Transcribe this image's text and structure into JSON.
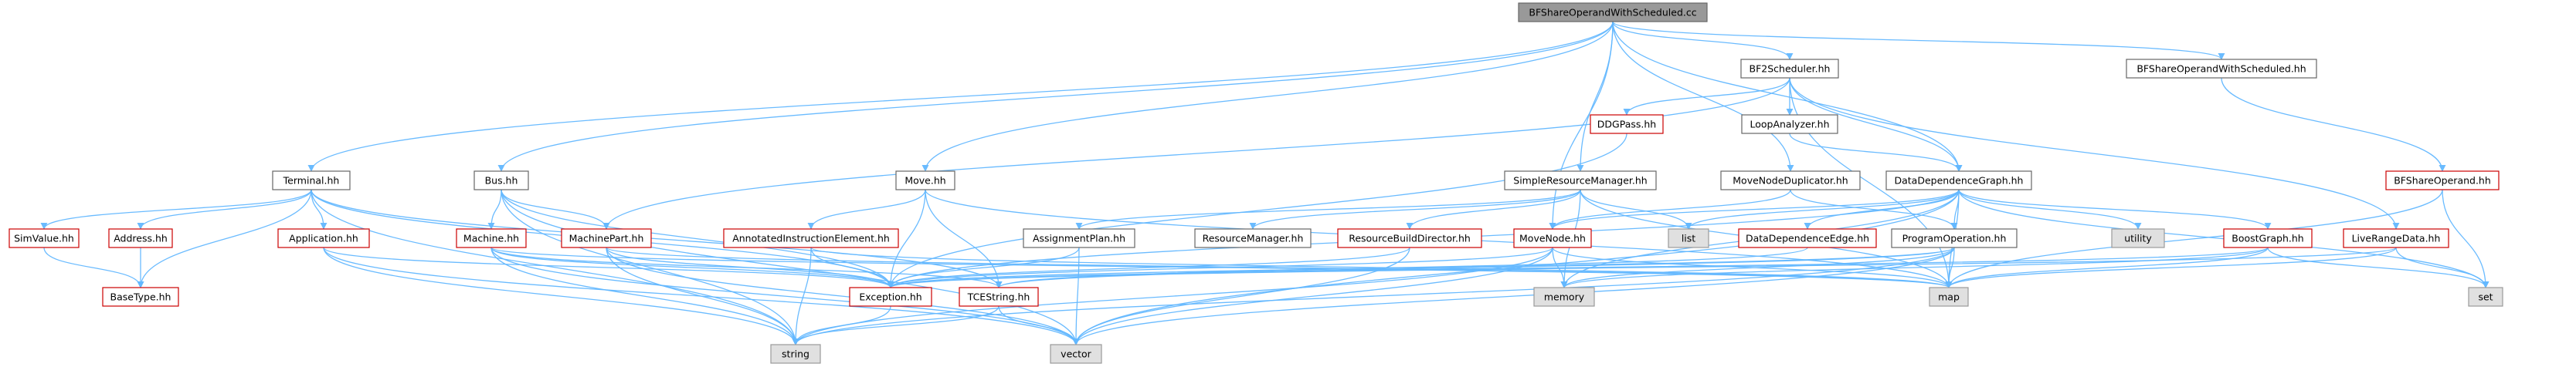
{
  "colors": {
    "edge": "#63b8ff",
    "normal_border": "#666666",
    "normal_fill": "#ffffff",
    "missing_border": "#cc0000",
    "missing_fill": "#ffffff",
    "root_fill": "#999999",
    "root_border": "#666666",
    "external_fill": "#e0e0e0",
    "external_border": "#999999"
  },
  "graph": {
    "nodes": [
      {
        "id": "root",
        "label": "BFShareOperandWithScheduled.cc",
        "kind": "root"
      },
      {
        "id": "terminal",
        "label": "Terminal.hh",
        "kind": "normal"
      },
      {
        "id": "bus",
        "label": "Bus.hh",
        "kind": "normal"
      },
      {
        "id": "move",
        "label": "Move.hh",
        "kind": "normal"
      },
      {
        "id": "bf2sched",
        "label": "BF2Scheduler.hh",
        "kind": "normal"
      },
      {
        "id": "bfsowsh",
        "label": "BFShareOperandWithScheduled.hh",
        "kind": "normal"
      },
      {
        "id": "ddgpass",
        "label": "DDGPass.hh",
        "kind": "missing"
      },
      {
        "id": "loopanalyzer",
        "label": "LoopAnalyzer.hh",
        "kind": "normal"
      },
      {
        "id": "bfshareoperand",
        "label": "BFShareOperand.hh",
        "kind": "missing"
      },
      {
        "id": "srm",
        "label": "SimpleResourceManager.hh",
        "kind": "normal"
      },
      {
        "id": "mnd",
        "label": "MoveNodeDuplicator.hh",
        "kind": "normal"
      },
      {
        "id": "ddg",
        "label": "DataDependenceGraph.hh",
        "kind": "normal"
      },
      {
        "id": "simvalue",
        "label": "SimValue.hh",
        "kind": "missing"
      },
      {
        "id": "address",
        "label": "Address.hh",
        "kind": "missing"
      },
      {
        "id": "application",
        "label": "Application.hh",
        "kind": "missing"
      },
      {
        "id": "machine",
        "label": "Machine.hh",
        "kind": "missing"
      },
      {
        "id": "machinepart",
        "label": "MachinePart.hh",
        "kind": "missing"
      },
      {
        "id": "aie",
        "label": "AnnotatedInstructionElement.hh",
        "kind": "missing"
      },
      {
        "id": "assignmentplan",
        "label": "AssignmentPlan.hh",
        "kind": "normal"
      },
      {
        "id": "resourcemanager",
        "label": "ResourceManager.hh",
        "kind": "normal"
      },
      {
        "id": "rbd",
        "label": "ResourceBuildDirector.hh",
        "kind": "missing"
      },
      {
        "id": "movenode",
        "label": "MoveNode.hh",
        "kind": "missing"
      },
      {
        "id": "list",
        "label": "list",
        "kind": "external"
      },
      {
        "id": "dde",
        "label": "DataDependenceEdge.hh",
        "kind": "missing"
      },
      {
        "id": "progop",
        "label": "ProgramOperation.hh",
        "kind": "normal"
      },
      {
        "id": "utility",
        "label": "utility",
        "kind": "external"
      },
      {
        "id": "boostgraph",
        "label": "BoostGraph.hh",
        "kind": "missing"
      },
      {
        "id": "liverange",
        "label": "LiveRangeData.hh",
        "kind": "missing"
      },
      {
        "id": "basetype",
        "label": "BaseType.hh",
        "kind": "missing"
      },
      {
        "id": "exception",
        "label": "Exception.hh",
        "kind": "missing"
      },
      {
        "id": "tcestring",
        "label": "TCEString.hh",
        "kind": "missing"
      },
      {
        "id": "memory",
        "label": "memory",
        "kind": "external"
      },
      {
        "id": "map",
        "label": "map",
        "kind": "external"
      },
      {
        "id": "set",
        "label": "set",
        "kind": "external"
      },
      {
        "id": "string",
        "label": "string",
        "kind": "external"
      },
      {
        "id": "vector",
        "label": "vector",
        "kind": "external"
      }
    ],
    "edges": [
      [
        "root",
        "terminal"
      ],
      [
        "root",
        "bus"
      ],
      [
        "root",
        "move"
      ],
      [
        "root",
        "bf2sched"
      ],
      [
        "root",
        "bfsowsh"
      ],
      [
        "root",
        "srm"
      ],
      [
        "root",
        "mnd"
      ],
      [
        "root",
        "ddg"
      ],
      [
        "root",
        "movenode"
      ],
      [
        "bfsowsh",
        "bfshareoperand"
      ],
      [
        "bfshareoperand",
        "set"
      ],
      [
        "bfshareoperand",
        "map"
      ],
      [
        "bf2sched",
        "ddgpass"
      ],
      [
        "bf2sched",
        "loopanalyzer"
      ],
      [
        "bf2sched",
        "ddg"
      ],
      [
        "bf2sched",
        "machinepart"
      ],
      [
        "bf2sched",
        "liverange"
      ],
      [
        "bf2sched",
        "map"
      ],
      [
        "loopanalyzer",
        "ddg"
      ],
      [
        "ddgpass",
        "exception"
      ],
      [
        "terminal",
        "simvalue"
      ],
      [
        "terminal",
        "address"
      ],
      [
        "terminal",
        "application"
      ],
      [
        "terminal",
        "basetype"
      ],
      [
        "terminal",
        "exception"
      ],
      [
        "terminal",
        "tcestring"
      ],
      [
        "terminal",
        "string"
      ],
      [
        "simvalue",
        "basetype"
      ],
      [
        "address",
        "basetype"
      ],
      [
        "bus",
        "machine"
      ],
      [
        "bus",
        "machinepart"
      ],
      [
        "bus",
        "exception"
      ],
      [
        "bus",
        "string"
      ],
      [
        "bus",
        "vector"
      ],
      [
        "move",
        "aie"
      ],
      [
        "move",
        "exception"
      ],
      [
        "move",
        "map"
      ],
      [
        "move",
        "tcestring"
      ],
      [
        "srm",
        "assignmentplan"
      ],
      [
        "srm",
        "resourcemanager"
      ],
      [
        "srm",
        "rbd"
      ],
      [
        "srm",
        "memory"
      ],
      [
        "srm",
        "list"
      ],
      [
        "srm",
        "map"
      ],
      [
        "mnd",
        "movenode"
      ],
      [
        "mnd",
        "progop"
      ],
      [
        "ddg",
        "dde"
      ],
      [
        "ddg",
        "progop"
      ],
      [
        "ddg",
        "utility"
      ],
      [
        "ddg",
        "boostgraph"
      ],
      [
        "ddg",
        "map"
      ],
      [
        "ddg",
        "set"
      ],
      [
        "ddg",
        "list"
      ],
      [
        "ddg",
        "movenode"
      ],
      [
        "ddg",
        "memory"
      ],
      [
        "ddg",
        "vector"
      ],
      [
        "ddg",
        "exception"
      ],
      [
        "application",
        "exception"
      ],
      [
        "application",
        "string"
      ],
      [
        "application",
        "vector"
      ],
      [
        "machine",
        "exception"
      ],
      [
        "machine",
        "tcestring"
      ],
      [
        "machine",
        "string"
      ],
      [
        "machine",
        "vector"
      ],
      [
        "machine",
        "map"
      ],
      [
        "machinepart",
        "exception"
      ],
      [
        "machinepart",
        "string"
      ],
      [
        "machinepart",
        "vector"
      ],
      [
        "machinepart",
        "map"
      ],
      [
        "aie",
        "exception"
      ],
      [
        "aie",
        "string"
      ],
      [
        "aie",
        "map"
      ],
      [
        "assignmentplan",
        "exception"
      ],
      [
        "assignmentplan",
        "vector"
      ],
      [
        "rbd",
        "exception"
      ],
      [
        "rbd",
        "vector"
      ],
      [
        "movenode",
        "exception"
      ],
      [
        "movenode",
        "memory"
      ],
      [
        "movenode",
        "vector"
      ],
      [
        "movenode",
        "string"
      ],
      [
        "movenode",
        "map"
      ],
      [
        "progop",
        "exception"
      ],
      [
        "progop",
        "tcestring"
      ],
      [
        "progop",
        "memory"
      ],
      [
        "progop",
        "map"
      ],
      [
        "progop",
        "vector"
      ],
      [
        "progop",
        "string"
      ],
      [
        "dde",
        "tcestring"
      ],
      [
        "boostgraph",
        "exception"
      ],
      [
        "boostgraph",
        "map"
      ],
      [
        "boostgraph",
        "set"
      ],
      [
        "boostgraph",
        "memory"
      ],
      [
        "liverange",
        "map"
      ],
      [
        "liverange",
        "set"
      ],
      [
        "liverange",
        "exception"
      ],
      [
        "tcestring",
        "string"
      ],
      [
        "tcestring",
        "vector"
      ],
      [
        "exception",
        "string"
      ]
    ]
  }
}
